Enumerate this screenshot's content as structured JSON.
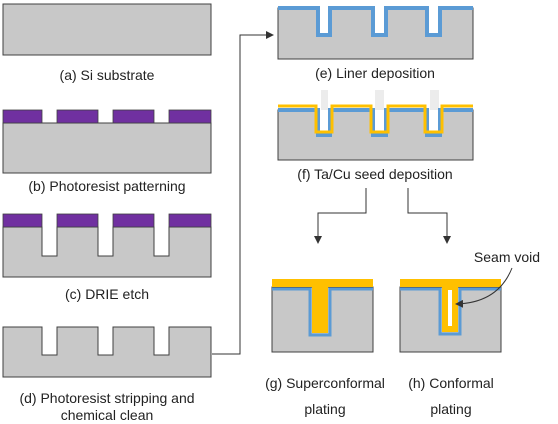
{
  "captions": {
    "a": "(a) Si substrate",
    "b": "(b) Photoresist patterning",
    "c": "(c) DRIE etch",
    "d_line1": "(d) Photoresist stripping and",
    "d_line2": "chemical clean",
    "e": "(e) Liner deposition",
    "f": "(f) Ta/Cu seed deposition",
    "g_line1": "(g) Superconformal",
    "g_line2": "plating",
    "h_line1": "(h) Conformal",
    "h_line2": "plating",
    "seam_void": "Seam void"
  },
  "colors": {
    "silicon": "#c8c8c8",
    "photoresist": "#7030a0",
    "liner": "#5b9bd5",
    "copper_seed": "#ffc000",
    "outline": "#404040",
    "arrow": "#333333"
  }
}
